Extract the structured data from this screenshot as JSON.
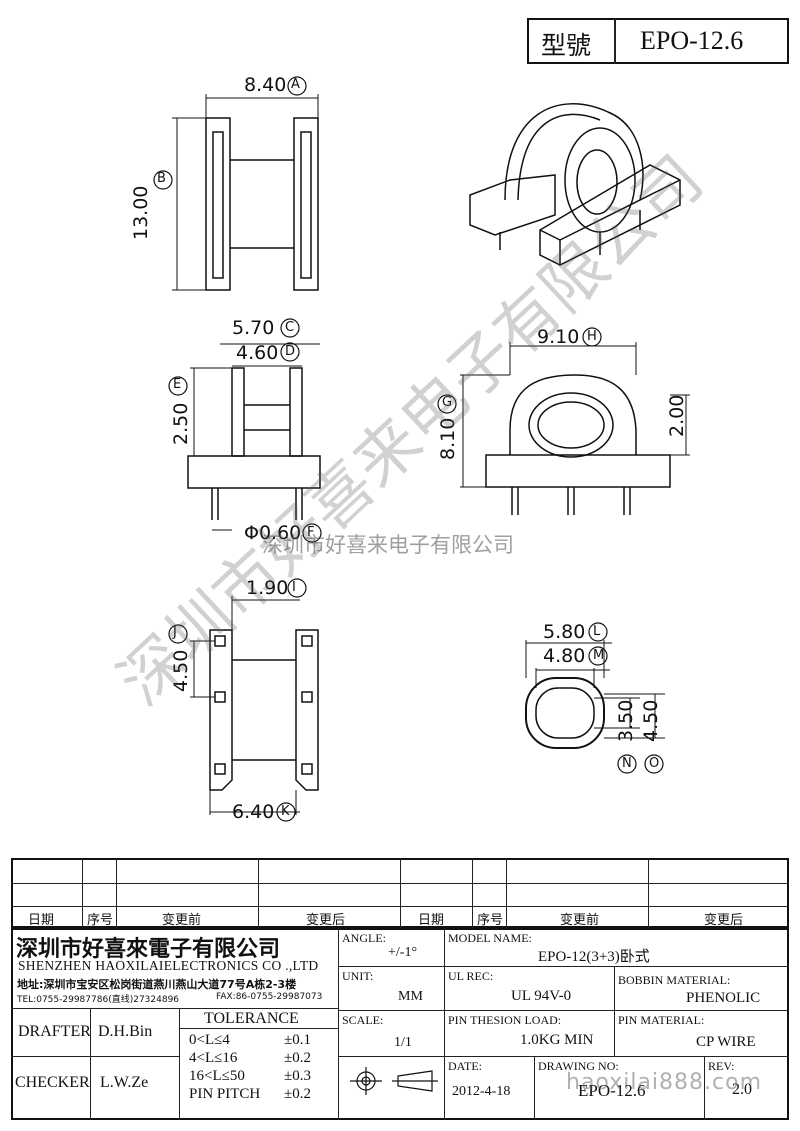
{
  "header": {
    "model_label": "型號",
    "model_value": "EPO-12.6"
  },
  "dimensions": {
    "A": {
      "value": "8.40",
      "letter": "A"
    },
    "B": {
      "value": "13.00",
      "letter": "B"
    },
    "C": {
      "value": "5.70",
      "letter": "C"
    },
    "D": {
      "value": "4.60",
      "letter": "D"
    },
    "E": {
      "value": "2.50",
      "letter": "E"
    },
    "F": {
      "value": "Φ0.60",
      "letter": "F"
    },
    "G": {
      "value": "8.10",
      "letter": "G"
    },
    "H": {
      "value": "9.10",
      "letter": "H"
    },
    "H2": {
      "value": "2.00"
    },
    "I": {
      "value": "1.90",
      "letter": "I"
    },
    "J": {
      "value": "4.50",
      "letter": "J"
    },
    "K": {
      "value": "6.40",
      "letter": "K"
    },
    "L": {
      "value": "5.80",
      "letter": "L"
    },
    "M": {
      "value": "4.80",
      "letter": "M"
    },
    "N": {
      "value": "3.50",
      "letter": "N"
    },
    "O": {
      "value": "4.50",
      "letter": "O"
    }
  },
  "watermarks": {
    "diagonal": "深圳市好喜来电子有限公司",
    "center": "深圳市好喜来电子有限公司",
    "url": "haoxilai888.com"
  },
  "revision_table": {
    "headers": [
      "日期",
      "序号",
      "变更前",
      "变更后",
      "日期",
      "序号",
      "变更前",
      "变更后"
    ]
  },
  "title_block": {
    "company_cn": "深圳市好喜來電子有限公司",
    "company_en": "SHENZHEN HAOXILAIELECTRONICS CO .,LTD",
    "address": "地址:深圳市宝安区松岗街道燕川燕山大道77号A栋2-3楼",
    "tel": "TEL:0755-29987786(直线)27324896",
    "fax": "FAX:86-0755-29987073",
    "drafter_label": "DRAFTER",
    "drafter": "D.H.Bin",
    "checker_label": "CHECKER",
    "checker": "L.W.Ze",
    "tolerance_label": "TOLERANCE",
    "tolerance_rows": [
      {
        "range": "0<L≤4",
        "tol": "±0.1"
      },
      {
        "range": "4<L≤16",
        "tol": "±0.2"
      },
      {
        "range": "16<L≤50",
        "tol": "±0.3"
      },
      {
        "range": "PIN PITCH",
        "tol": "±0.2"
      }
    ],
    "angle_label": "ANGLE:",
    "angle": "+/-1°",
    "unit_label": "UNIT:",
    "unit": "MM",
    "scale_label": "SCALE:",
    "scale": "1/1",
    "model_name_label": "MODEL NAME:",
    "model_name": "EPO-12(3+3)卧式",
    "ul_label": "UL REC:",
    "ul": "UL 94V-0",
    "bobbin_label": "BOBBIN MATERIAL:",
    "bobbin": "PHENOLIC",
    "pin_load_label": "PIN THESION LOAD:",
    "pin_load": "1.0KG MIN",
    "pin_mat_label": "PIN MATERIAL:",
    "pin_mat": "CP  WIRE",
    "date_label": "DATE:",
    "date": "2012-4-18",
    "drawing_label": "DRAWING NO:",
    "drawing": "EPO-12.6",
    "rev_label": "REV:",
    "rev": "2.0"
  }
}
